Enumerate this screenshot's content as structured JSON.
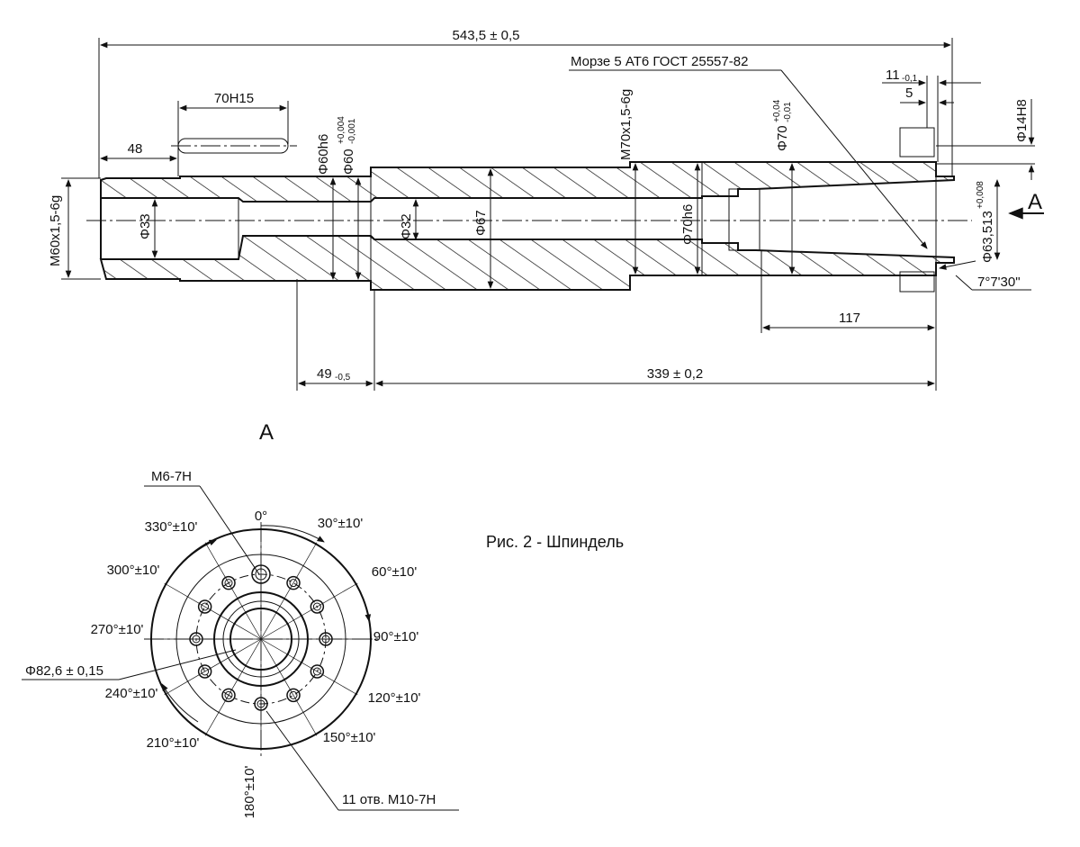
{
  "caption": "Рис. 2 - Шпиндель",
  "section_label": "A",
  "view_label": "A",
  "side_view": {
    "overall_length": "543,5 ± 0,5",
    "keyway": "70H15",
    "left_step": "48",
    "bore_left": "Φ33",
    "thread_left": "M60x1,5-6g",
    "bearing_1": "Φ60h6",
    "bearing_2": "Φ60",
    "bearing_2_tol_upper": "+0,004",
    "bearing_2_tol_lower": "-0,001",
    "bore_mid": "Φ32",
    "body_dia": "Φ67",
    "thread_mid": "M70x1,5-6g",
    "bearing_3": "Φ70h6",
    "bearing_4": "Φ70",
    "bearing_4_tol_upper": "+0,04",
    "bearing_4_tol_lower": "-0,01",
    "taper": "Морзе 5 АТ6 ГОСТ 25557-82",
    "flange_width": "11",
    "flange_width_tol": "-0,1",
    "key_width": "5",
    "key_dia": "Φ14H8",
    "nose_dia": "Φ63,513",
    "nose_tol": "+0,008",
    "taper_angle": "7°7'30\"",
    "taper_length": "117",
    "dist_1": "49",
    "dist_1_tol": "-0,5",
    "dist_2": "339 ± 0,2"
  },
  "end_view": {
    "center_hole": "M6-7H",
    "holes": "11 отв. M10-7H",
    "pcd": "Φ82,6 ± 0,15",
    "angles": [
      {
        "deg": "0°",
        "tol": ""
      },
      {
        "deg": "30°",
        "tol": "±10'"
      },
      {
        "deg": "60°",
        "tol": "±10'"
      },
      {
        "deg": "90°",
        "tol": "±10'"
      },
      {
        "deg": "120°",
        "tol": "±10'"
      },
      {
        "deg": "150°",
        "tol": "±10'"
      },
      {
        "deg": "180°",
        "tol": "±10'"
      },
      {
        "deg": "210°",
        "tol": "±10'"
      },
      {
        "deg": "240°",
        "tol": "±10'"
      },
      {
        "deg": "270°",
        "tol": "±10'"
      },
      {
        "deg": "300°",
        "tol": "±10'"
      },
      {
        "deg": "330°",
        "tol": "±10'"
      }
    ]
  }
}
